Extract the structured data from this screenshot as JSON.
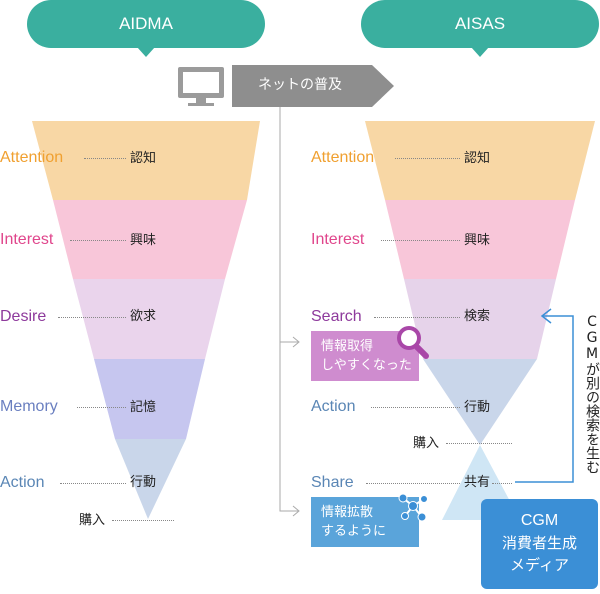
{
  "titles": {
    "left": "AIDMA",
    "right": "AISAS"
  },
  "spread_label": "ネットの普及",
  "aidma": {
    "stages": [
      {
        "en": "Attention",
        "jp": "認知"
      },
      {
        "en": "Interest",
        "jp": "興味"
      },
      {
        "en": "Desire",
        "jp": "欲求"
      },
      {
        "en": "Memory",
        "jp": "記憶"
      },
      {
        "en": "Action",
        "jp": "行動"
      }
    ],
    "purchase": "購入"
  },
  "aisas": {
    "stages": [
      {
        "en": "Attention",
        "jp": "認知"
      },
      {
        "en": "Interest",
        "jp": "興味"
      },
      {
        "en": "Search",
        "jp": "検索"
      },
      {
        "en": "Action",
        "jp": "行動"
      },
      {
        "en": "Share",
        "jp": "共有"
      }
    ],
    "purchase": "購入"
  },
  "callouts": {
    "search": [
      "情報取得",
      "しやすくなった"
    ],
    "share": [
      "情報拡散",
      "するように"
    ]
  },
  "cgm_box": [
    "CGM",
    "消費者生成",
    "メディア"
  ],
  "cgm_vertical": "CGMが別の検索を生む",
  "colors": {
    "attention": "#f8d7a5",
    "interest": "#f8c6d9",
    "desire": "#ead4ec",
    "memory": "#c6c6ef",
    "action": "#c9d6ea",
    "search": "#e6d3ea",
    "share": "#cfe6f5",
    "teal": "#3aaf9f",
    "blue": "#3b8fd6",
    "label_orange": "#f0a030",
    "label_pink": "#e0468c",
    "label_purple": "#8e3a9c",
    "label_blue": "#6a7fc0",
    "label_steel": "#5a86b5"
  }
}
